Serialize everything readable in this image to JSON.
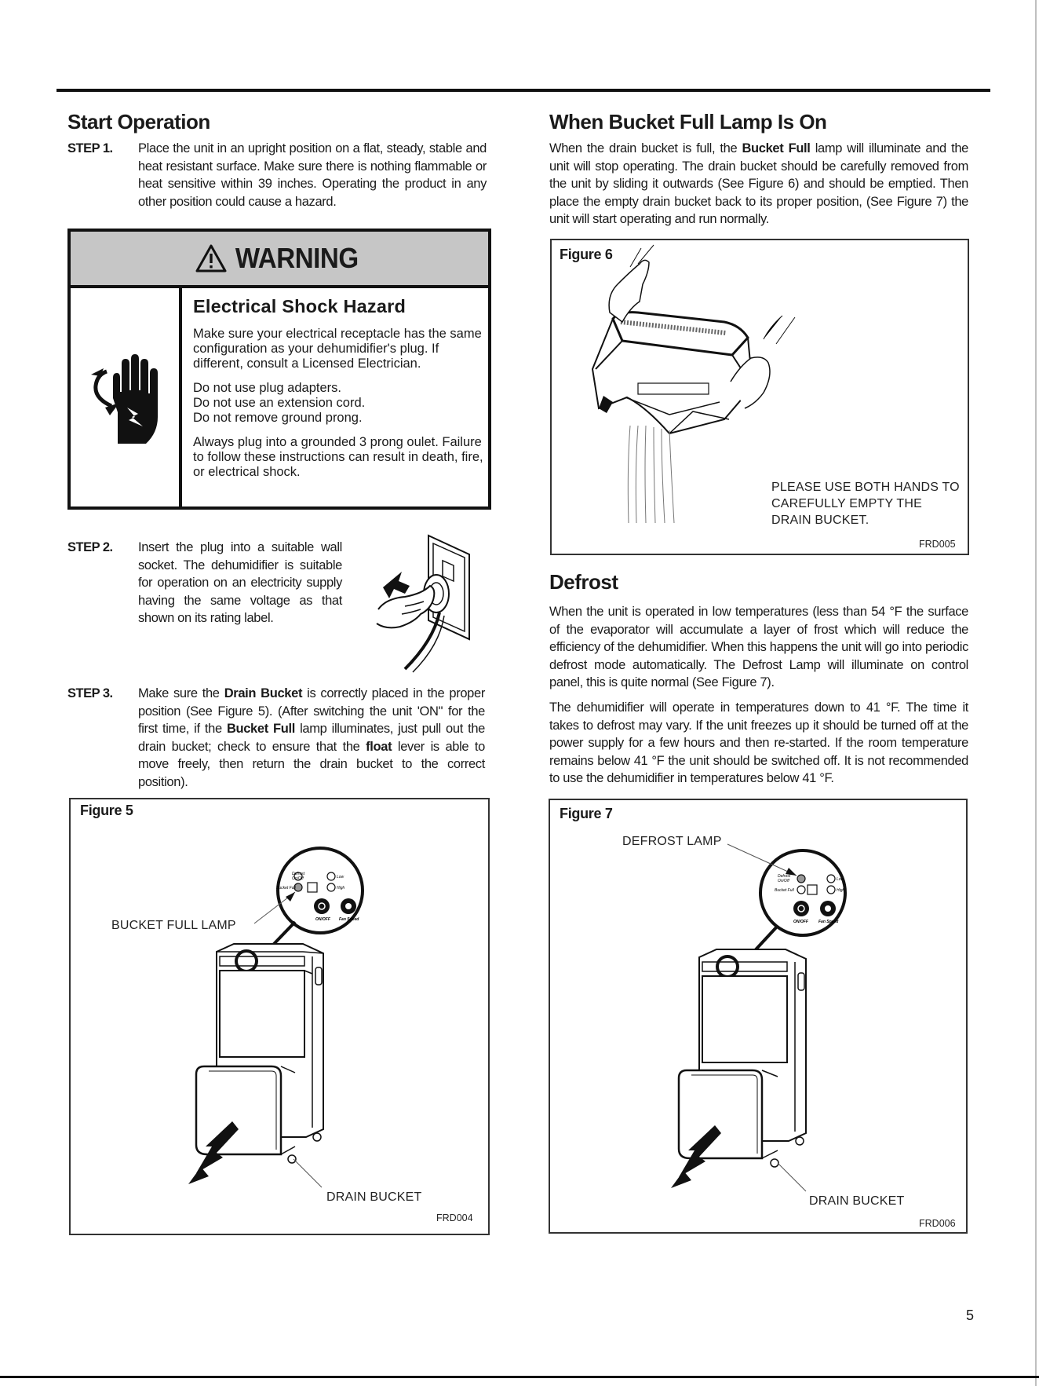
{
  "left": {
    "heading": "Start Operation",
    "step1": {
      "label": "STEP 1.",
      "text": "Place the unit in an upright position on a flat, steady, stable and heat resistant surface. Make sure there is nothing flammable or heat sensitive within 39 inches. Operating the product in any other position could cause a hazard."
    },
    "warning": {
      "title": "WARNING",
      "subtitle": "Electrical Shock Hazard",
      "para1": "Make sure your electrical receptacle has the same configuration as your dehumidifier's plug. If different, consult a Licensed Electrician.",
      "line1": "Do not use plug adapters.",
      "line2": "Do not use an extension cord.",
      "line3": "Do not remove ground prong.",
      "para3": "Always plug into a grounded 3 prong oulet. Failure to follow these instructions can result in death, fire, or electrical shock."
    },
    "step2": {
      "label": "STEP 2.",
      "text": "Insert the plug into a suitable wall socket. The dehumidifier is suitable for operation on an electricity supply having the same voltage as that shown on its rating label."
    },
    "step3": {
      "label": "STEP 3.",
      "t1": "Make sure the ",
      "b1": "Drain Bucket",
      "t2": " is correctly placed in the proper position (See Figure 5). (After switching the unit 'ON\" for the first time, if the ",
      "b2": "Bucket Full",
      "t3": " lamp illuminates, just pull out the drain bucket; check to ensure that the ",
      "b3": "float",
      "t4": " lever is able to move freely, then return the drain bucket to the correct position)."
    },
    "figure5": {
      "title": "Figure 5",
      "callout_lamp": "BUCKET FULL LAMP",
      "callout_bucket": "DRAIN BUCKET",
      "code": "FRD004"
    }
  },
  "right": {
    "heading1": "When Bucket Full Lamp Is On",
    "p1": {
      "t1": "When the drain bucket is full, the ",
      "b1": "Bucket Full",
      "t2": " lamp will illuminate and the unit will stop operating. The drain bucket should be carefully removed from the unit by sliding it outwards (See Figure 6) and should be emptied. Then place the empty drain bucket back to its proper position, (See Figure 7) the unit will start operating and run normally."
    },
    "figure6": {
      "title": "Figure 6",
      "note": "PLEASE USE BOTH HANDS TO CAREFULLY EMPTY THE DRAIN BUCKET.",
      "code": "FRD005"
    },
    "heading2": "Defrost",
    "p2": "When the unit is operated in low temperatures (less than 54 °F the surface of the evaporator will accumulate a layer of frost which will reduce the efficiency of the dehumidifier. When this happens the unit will go into periodic defrost mode automatically. The Defrost Lamp will illuminate on control panel, this is quite normal (See Figure 7).",
    "p3": "The dehumidifier will operate in temperatures down to 41 °F. The time it takes to defrost may vary. If the unit freezes up it should be turned off at the power supply for a few hours and then re-started. If the room temperature remains below 41 °F the unit should be switched off. It is not recommended to use the dehumidifier in temperatures below 41 °F.",
    "figure7": {
      "title": "Figure 7",
      "callout_lamp": "DEFROST LAMP",
      "callout_bucket": "DRAIN BUCKET",
      "code": "FRD006"
    }
  },
  "panel": {
    "defrost": "Defrost",
    "onoff_small": "On/Off",
    "bucket_full": "Bucket Full",
    "low": "Low",
    "high": "High",
    "onoff": "ON/OFF",
    "fan_speed": "Fan Speed"
  },
  "page_number": "5"
}
